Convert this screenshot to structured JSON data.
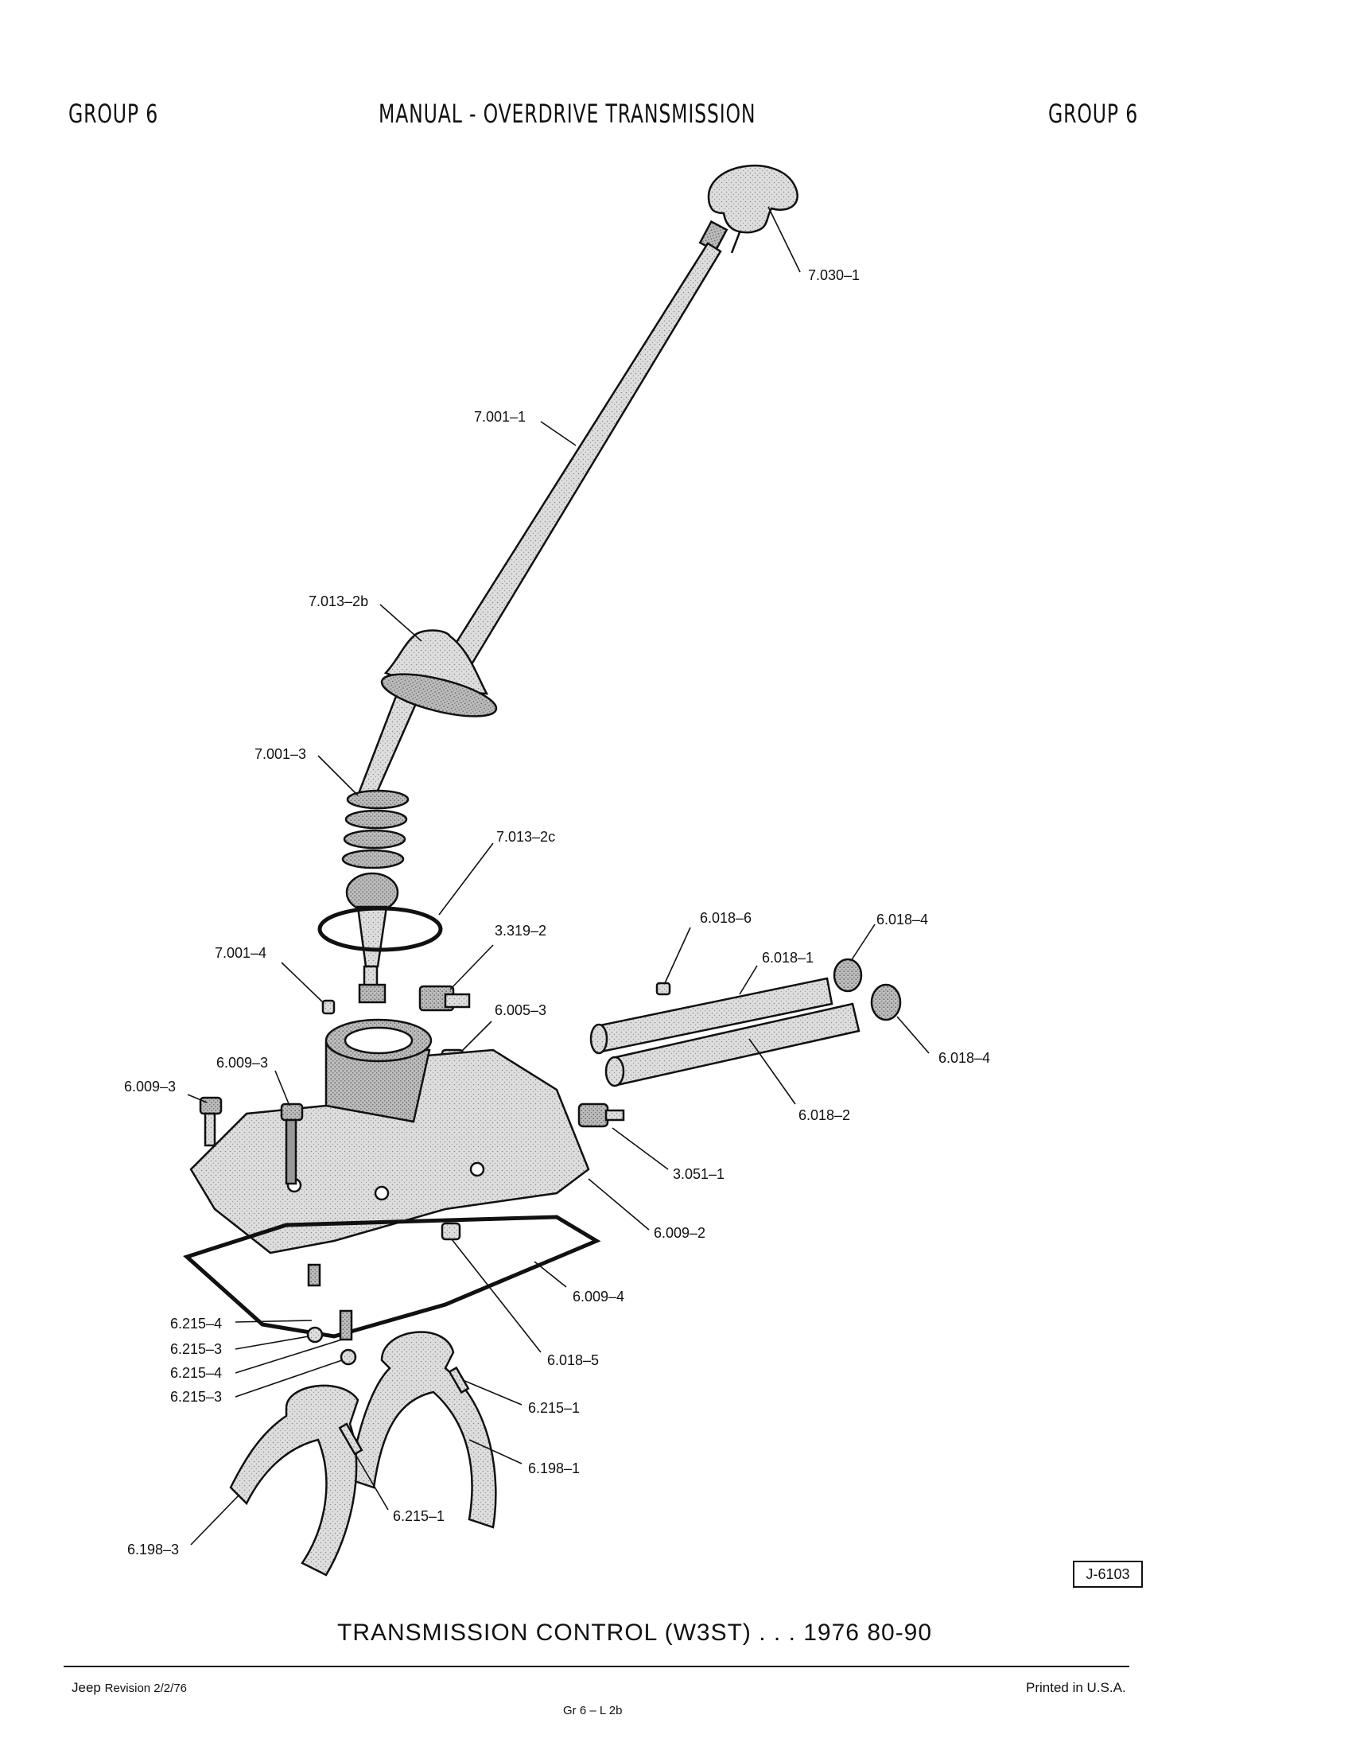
{
  "header": {
    "left": "GROUP 6",
    "center": "MANUAL - OVERDRIVE TRANSMISSION",
    "right": "GROUP 6"
  },
  "callouts": {
    "knob": "7.030–1",
    "lever": "7.001–1",
    "boot_upper": "7.013–2b",
    "spring": "7.001–3",
    "ring": "7.013–2c",
    "pin_lever": "7.001–4",
    "switch_top": "3.319–2",
    "plug": "6.005–3",
    "bolt_left": "6.009–3",
    "bolt_center": "6.009–3",
    "shaft_pin": "6.018–6",
    "shaft_upper": "6.018–1",
    "seal_top": "6.018–4",
    "seal_bottom": "6.018–4",
    "shaft_lower": "6.018–2",
    "switch_side": "3.051–1",
    "cover": "6.009–2",
    "gasket": "6.009–4",
    "interlock": "6.018–5",
    "det_spring_1": "6.215–4",
    "det_ball_1": "6.215–3",
    "det_spring_2": "6.215–4",
    "det_ball_2": "6.215–3",
    "roll_pin_upper": "6.215–1",
    "fork_upper": "6.198–1",
    "roll_pin_lower": "6.215–1",
    "fork_lower": "6.198–3"
  },
  "figure_id": "J-6103",
  "caption": "TRANSMISSION CONTROL (W3ST) . . . 1976 80-90",
  "footer": {
    "brand": "Jeep",
    "revision": "Revision 2/2/76",
    "page_ref": "Gr 6 – L 2b",
    "printed": "Printed in U.S.A."
  },
  "colors": {
    "ink": "#111111",
    "part_fill": "#d4d4d4",
    "part_shade": "#9a9a9a"
  }
}
